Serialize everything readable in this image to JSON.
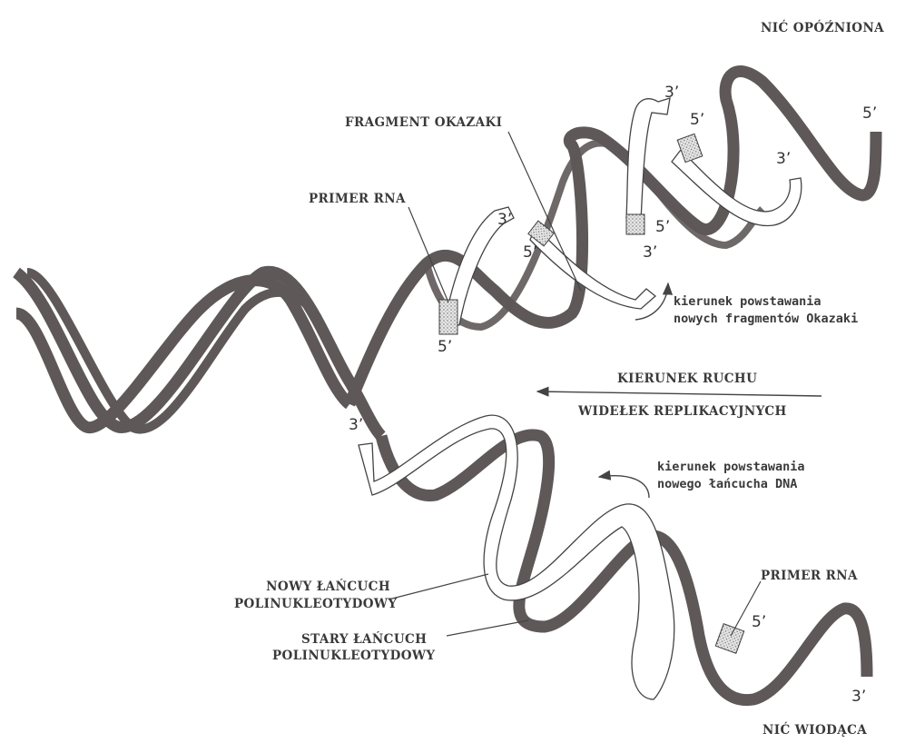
{
  "labels": {
    "lagging_strand": "NIĆ OPÓŹNIONA",
    "leading_strand": "NIĆ WIODĄCA",
    "okazaki_fragment": "FRAGMENT OKAZAKI",
    "primer_rna_top": "PRIMER RNA",
    "primer_rna_bottom": "PRIMER RNA",
    "fork_direction_line1": "KIERUNEK RUCHU",
    "fork_direction_line2": "WIDEŁEK REPLIKACYJNYCH",
    "okazaki_direction_line1": "kierunek powstawania",
    "okazaki_direction_line2": "nowych fragmentów Okazaki",
    "leading_direction_line1": "kierunek powstawania",
    "leading_direction_line2": "nowego łańcucha DNA",
    "new_chain_line1": "NOWY ŁAŃCUCH",
    "new_chain_line2": "POLINUKLEOTYDOWY",
    "old_chain_line1": "STARY ŁAŃCUCH",
    "old_chain_line2": "POLINUKLEOTYDOWY"
  },
  "ends": {
    "top_right_5": "5’",
    "top_fragment_3": "3’",
    "top_fragment_5": "5’",
    "top_mid_3": "3’",
    "top_inner_5": "5’",
    "top_inner_3": "3’",
    "okazaki_5": "5’",
    "primer_3": "3’",
    "primer_5": "5’",
    "bottom_left_3": "3’",
    "bottom_primer_5": "5’",
    "bottom_right_3": "3’"
  },
  "colors": {
    "old_strand": "#5e5859",
    "new_strand_outline": "#444444",
    "primer_fill": "#cfcfcf"
  }
}
